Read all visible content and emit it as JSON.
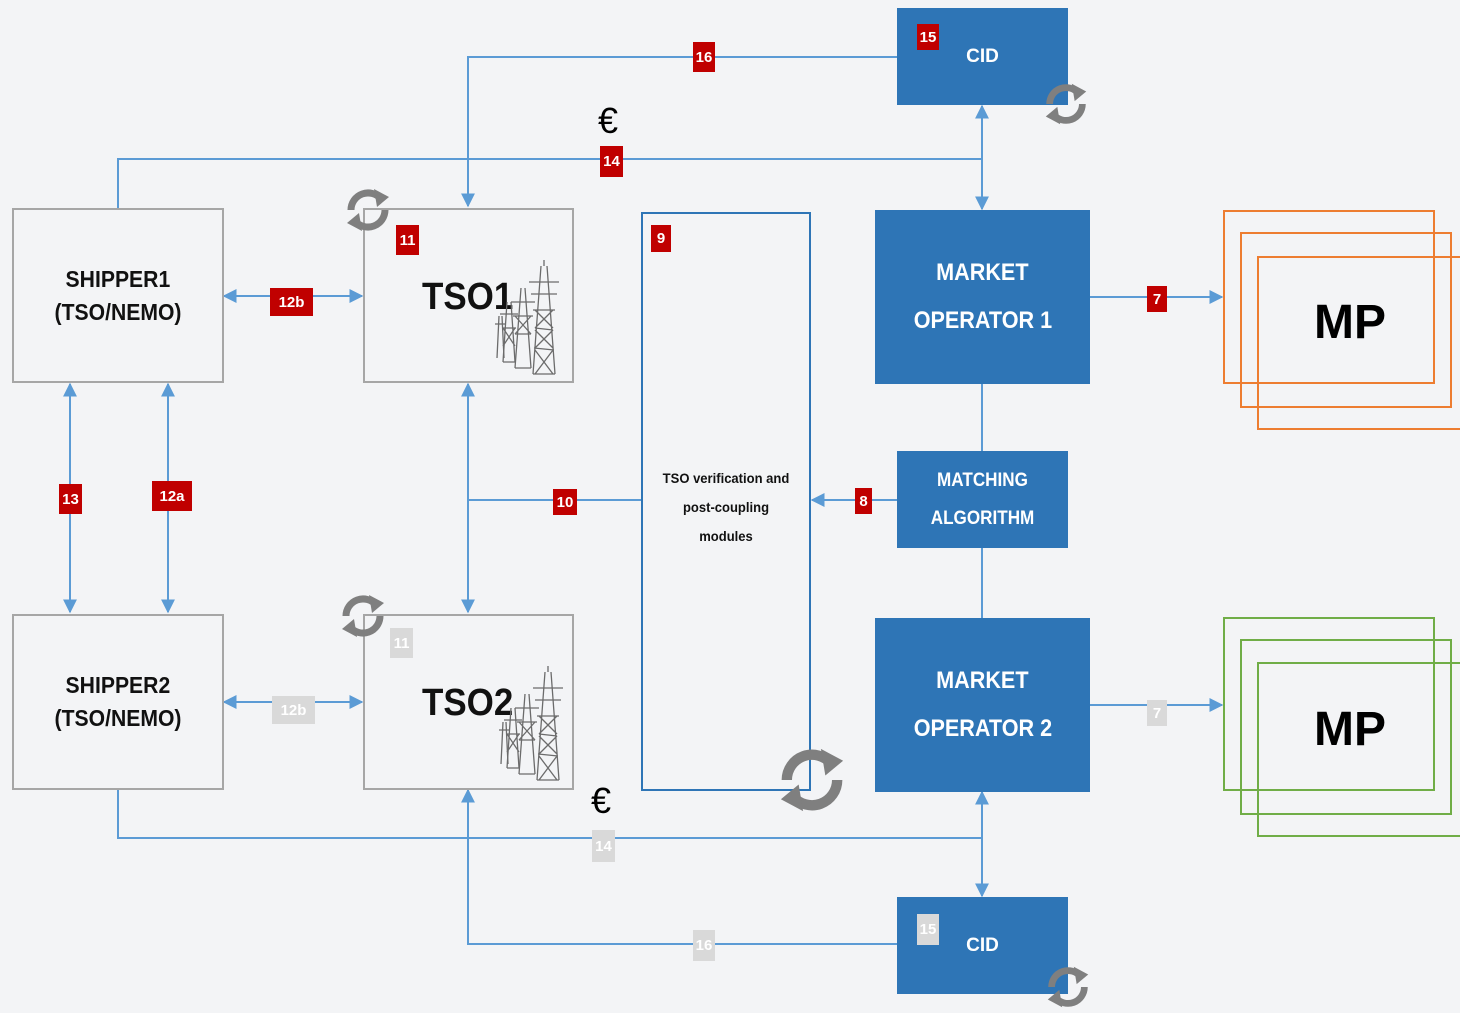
{
  "shippers": {
    "shipper1": {
      "line1": "SHIPPER1",
      "line2": "(TSO/NEMO)"
    },
    "shipper2": {
      "line1": "SHIPPER2",
      "line2": "(TSO/NEMO)"
    }
  },
  "tso": {
    "tso1": "TSO1",
    "tso2": "TSO2"
  },
  "verification": {
    "line1": "TSO verification and",
    "line2": "post-coupling",
    "line3": "modules"
  },
  "market_operators": {
    "mo1": {
      "line1": "MARKET",
      "line2": "OPERATOR 1"
    },
    "mo2": {
      "line1": "MARKET",
      "line2": "OPERATOR 2"
    }
  },
  "matching": {
    "line1": "MATCHING",
    "line2": "ALGORITHM"
  },
  "cid": {
    "top": "CID",
    "bottom": "CID"
  },
  "mp": {
    "top": "MP",
    "bottom": "MP"
  },
  "euro": {
    "top": "€",
    "bottom": "€"
  },
  "badges": {
    "b16_top": "16",
    "b15_top": "15",
    "b14_top": "14",
    "b11_tso1": "11",
    "b9": "9",
    "b12b_top": "12b",
    "b7_top": "7",
    "b13": "13",
    "b12a": "12a",
    "b10": "10",
    "b8": "8",
    "b11_tso2": "11",
    "b12b_bottom": "12b",
    "b7_bottom": "7",
    "b14_bottom": "14",
    "b15_bottom": "15",
    "b16_bottom": "16"
  },
  "colors": {
    "connector": "#5b9bd5",
    "box_blue": "#2e75b6",
    "badge_red": "#c00000",
    "badge_gray": "#d9d9d9",
    "mp_top": "#ed7d31",
    "mp_bottom": "#70ad47"
  },
  "icons": {
    "cycle": "cycle-arrows-icon",
    "tower": "transmission-tower-icon"
  }
}
